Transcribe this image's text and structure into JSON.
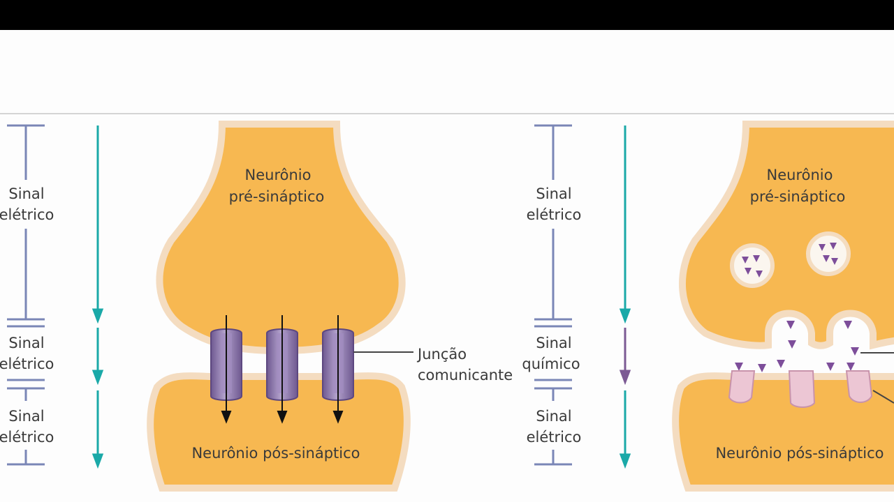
{
  "left_panel": {
    "pre_neuron": [
      "Neurônio",
      "pré-sináptico"
    ],
    "post_neuron": "Neurônio pós-sináptico",
    "gap_junction": [
      "Junção",
      "comunicante"
    ],
    "signal_top": [
      "Sinal",
      "elétrico"
    ],
    "signal_mid": [
      "Sinal",
      "elétrico"
    ],
    "signal_bot": [
      "Sinal",
      "elétrico"
    ]
  },
  "right_panel": {
    "pre_neuron": [
      "Neurônio",
      "pré-sináptico"
    ],
    "post_neuron": "Neurônio pós-sináptico",
    "signal_top": [
      "Sinal",
      "elétrico"
    ],
    "signal_mid": [
      "Sinal",
      "químico"
    ],
    "signal_bot": [
      "Sinal",
      "elétrico"
    ]
  },
  "colors": {
    "neuron_fill": "#f7b851",
    "neuron_edge": "#f4dcc0",
    "bracket": "#7a86b6",
    "arrow_electric": "#1aa9a8",
    "arrow_chemical": "#7c5a94",
    "channel": "#8a74a8",
    "receptor": "#ecc6d4",
    "transmitter": "#7d4e9a"
  }
}
